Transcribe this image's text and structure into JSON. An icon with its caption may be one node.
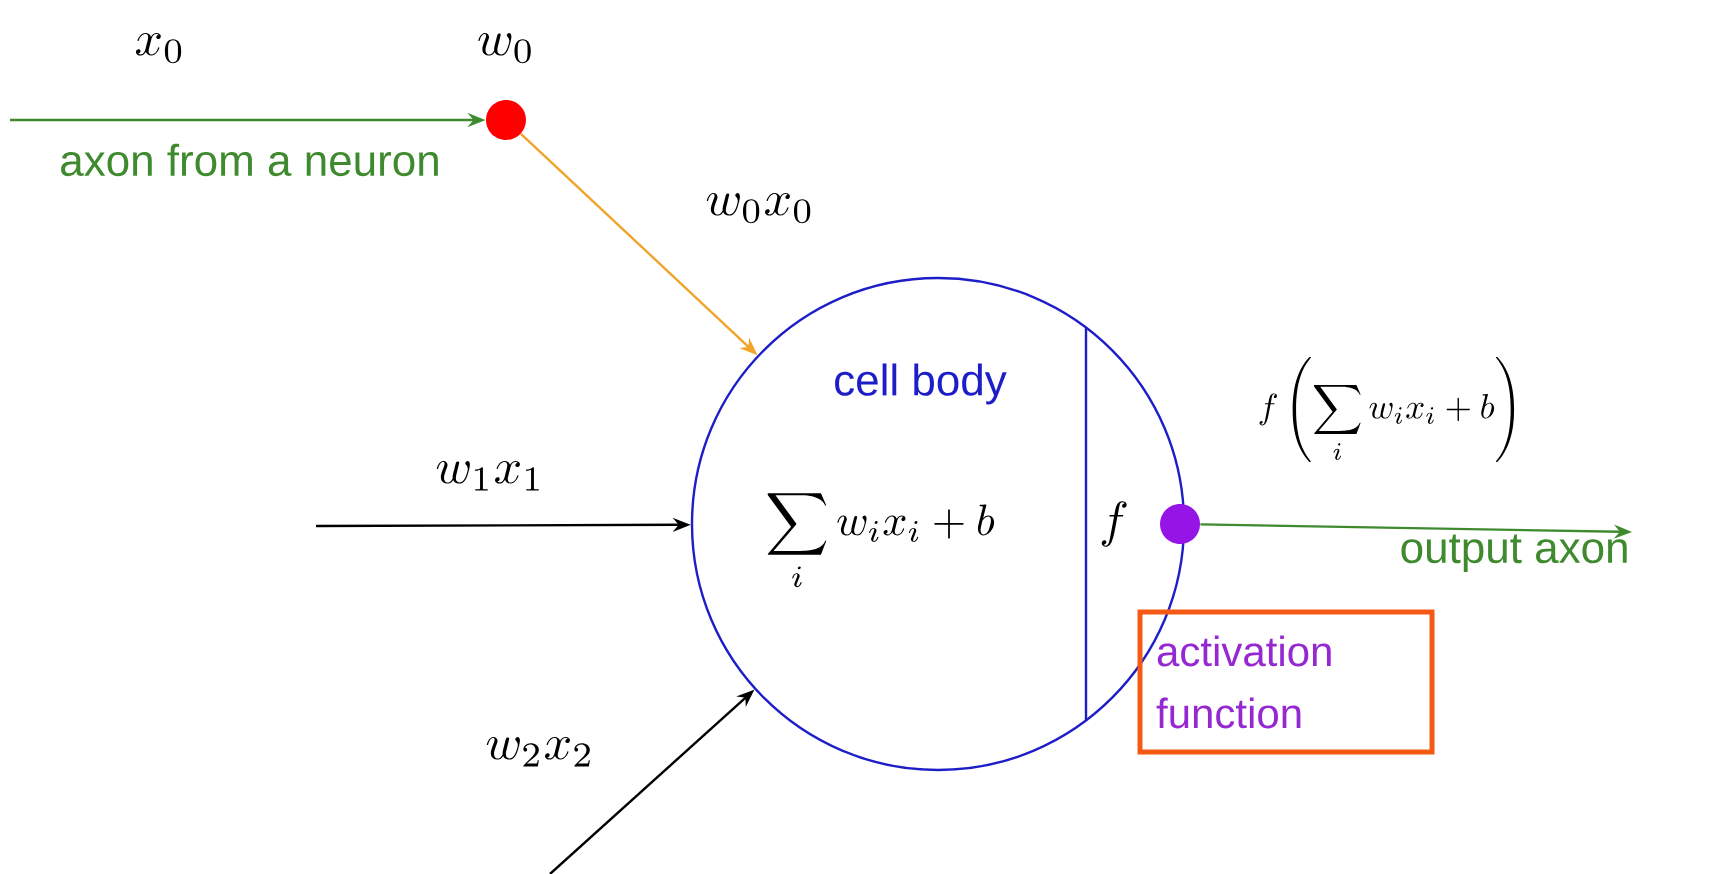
{
  "diagram": {
    "nodes": [
      {
        "text": [],
        "shape": "circle",
        "beside": [
          "w_0"
        ]
      },
      {
        "text": [
          "cell body",
          "\\sum_i w_i x_i + b",
          "f"
        ]
      },
      {
        "text": [],
        "shape": "circle"
      },
      {
        "text": [
          "activation function"
        ]
      },
      {
        "text": [
          "output axon"
        ]
      }
    ],
    "edges": [
      {
        "from": null,
        "to": 0,
        "arrow": "to",
        "label": "x_0",
        "color": "#3f8a2e"
      },
      {
        "from": 0,
        "to": 1,
        "arrow": "to",
        "label": "w_0 x_0",
        "color": "#f0a52a"
      },
      {
        "from": null,
        "to": 1,
        "arrow": "to",
        "label": "w_1 x_1",
        "color": "#000000"
      },
      {
        "from": null,
        "to": 1,
        "arrow": "to",
        "label": "w_2 x_2",
        "color": "#000000"
      },
      {
        "from": 2,
        "to": 4,
        "arrow": "to",
        "label": "f\\left(\\sum_i w_i x_i + b\\right)",
        "color": "#3f8a2e"
      }
    ],
    "labels": [
      "axon from a neuron"
    ]
  }
}
